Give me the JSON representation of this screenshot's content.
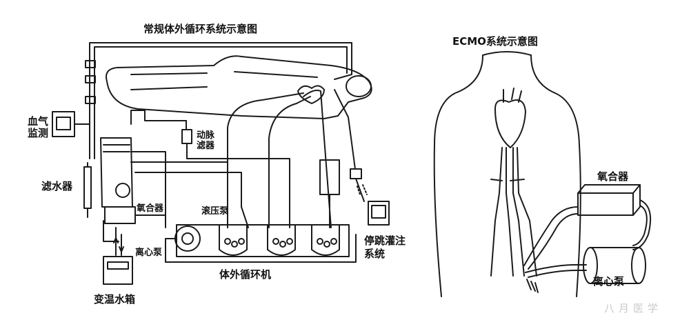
{
  "left_diagram": {
    "title": "常规体外循环系统示意图",
    "labels": {
      "blood_gas": "血气监测",
      "arterial_filter": "动脉滤器",
      "hemofilter": "滤水器",
      "oxygenator": "氧合器",
      "roller_pump": "滚压泵",
      "centrifugal_pump": "离心泵",
      "heater_cooler": "变温水箱",
      "cpb_machine": "体外循环机",
      "cardioplegia": "停跳灌注系统"
    }
  },
  "right_diagram": {
    "title": "ECMO系统示意图",
    "labels": {
      "oxygenator": "氧合器",
      "centrifugal_pump": "离心泵"
    }
  },
  "watermark": "八月医学",
  "colors": {
    "line": "#1a1a1a",
    "background": "#ffffff",
    "watermark": "#c9c9c9"
  }
}
